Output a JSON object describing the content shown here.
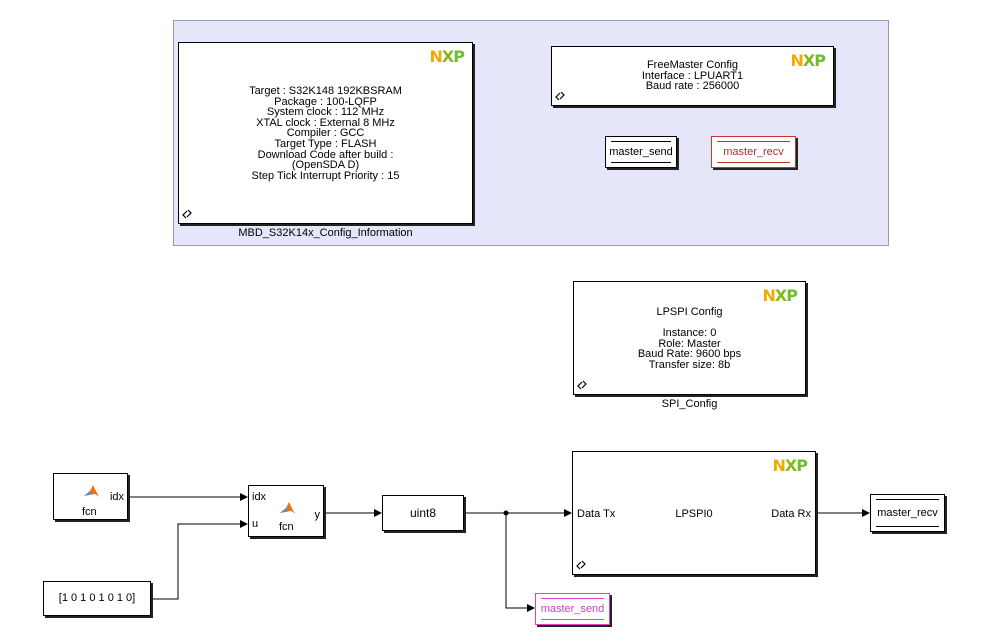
{
  "config_area": {
    "info_block": {
      "lines": [
        "Target : S32K148 192KBSRAM",
        "Package : 100-LQFP",
        "System clock : 112 MHz",
        "XTAL clock : External 8 MHz",
        "Compiler : GCC",
        "Target Type : FLASH",
        "Download Code after build :",
        "(OpenSDA D)",
        "Step Tick Interrupt Priority : 15"
      ],
      "name": "MBD_S32K14x_Config_Information"
    },
    "freemaster_block": {
      "lines": [
        "FreeMaster Config",
        "Interface : LPUART1",
        "Baud rate : 256000"
      ]
    },
    "goto_master_send": "master_send",
    "from_master_recv": "master_recv"
  },
  "spi_config": {
    "lines": [
      "LPSPI Config",
      "",
      "Instance: 0",
      "Role: Master",
      "Baud Rate: 9600 bps",
      "Transfer size: 8b"
    ],
    "name": "SPI_Config"
  },
  "logo": {
    "n": "N",
    "x": "X",
    "p": "P"
  },
  "fcn1": {
    "label": "fcn",
    "out_port": "idx"
  },
  "fcn2": {
    "label": "fcn",
    "in_port_1": "idx",
    "in_port_2": "u",
    "out_port": "y"
  },
  "constant": {
    "value": "[1 0 1 0 1 0 1 0]"
  },
  "convert": {
    "label": "uint8"
  },
  "lpspi": {
    "label": "LPSPI0",
    "in_port": "Data Tx",
    "out_port": "Data Rx"
  },
  "goto_recv": "master_recv",
  "from_send": "master_send"
}
